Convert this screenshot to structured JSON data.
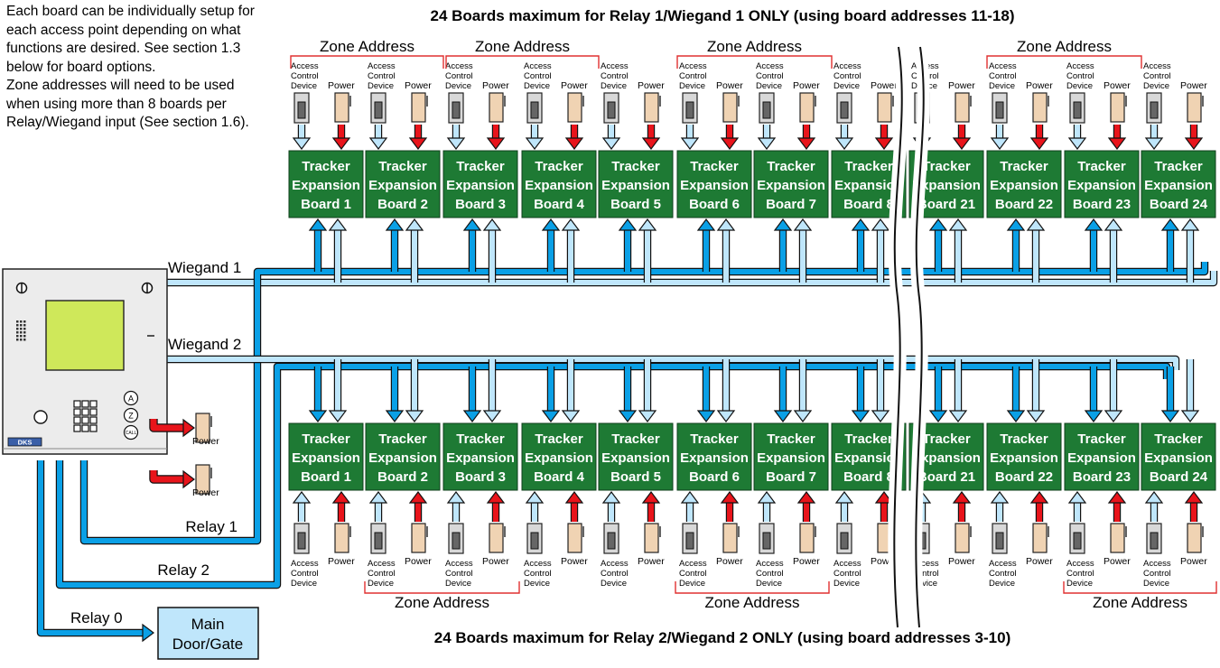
{
  "notes": [
    "Each board can be individually setup for each access point depending on what functions are desired. See section 1.3 below for board options.",
    "Zone addresses will need to be used when using more than 8 boards per Relay/Wiegand input (See section 1.6)."
  ],
  "top_title": "24 Boards maximum for Relay 1/Wiegand 1 ONLY (using board addresses 11-18)",
  "bottom_title": "24 Boards maximum for Relay 2/Wiegand 2 ONLY (using board addresses 3-10)",
  "zone_label": "Zone Address",
  "board_lines": [
    "Tracker",
    "Expansion",
    "Board"
  ],
  "board_numbers": [
    "1",
    "2",
    "3",
    "4",
    "5",
    "6",
    "7",
    "8",
    "21",
    "22",
    "23",
    "24"
  ],
  "acd_label": [
    "Access",
    "Control",
    "Device"
  ],
  "power_label": "Power",
  "wiegand1_label": "Wiegand 1",
  "wiegand2_label": "Wiegand 2",
  "relay1_label": "Relay 1",
  "relay2_label": "Relay 2",
  "relay0_label": "Relay 0",
  "main_door_lines": [
    "Main",
    "Door/Gate"
  ],
  "panel_buttons": [
    "A",
    "Z",
    "CALL"
  ],
  "brand_logo": "DKS",
  "colors": {
    "board_green": "#1e7a34",
    "bus_dark_blue": "#0aa0e6",
    "bus_light_blue": "#bfe6fb",
    "power_red": "#e8141b",
    "zone_bracket_red": "#e03030",
    "screen_yellow": "#cfe85a",
    "main_door_fill": "#bfe6fb"
  }
}
